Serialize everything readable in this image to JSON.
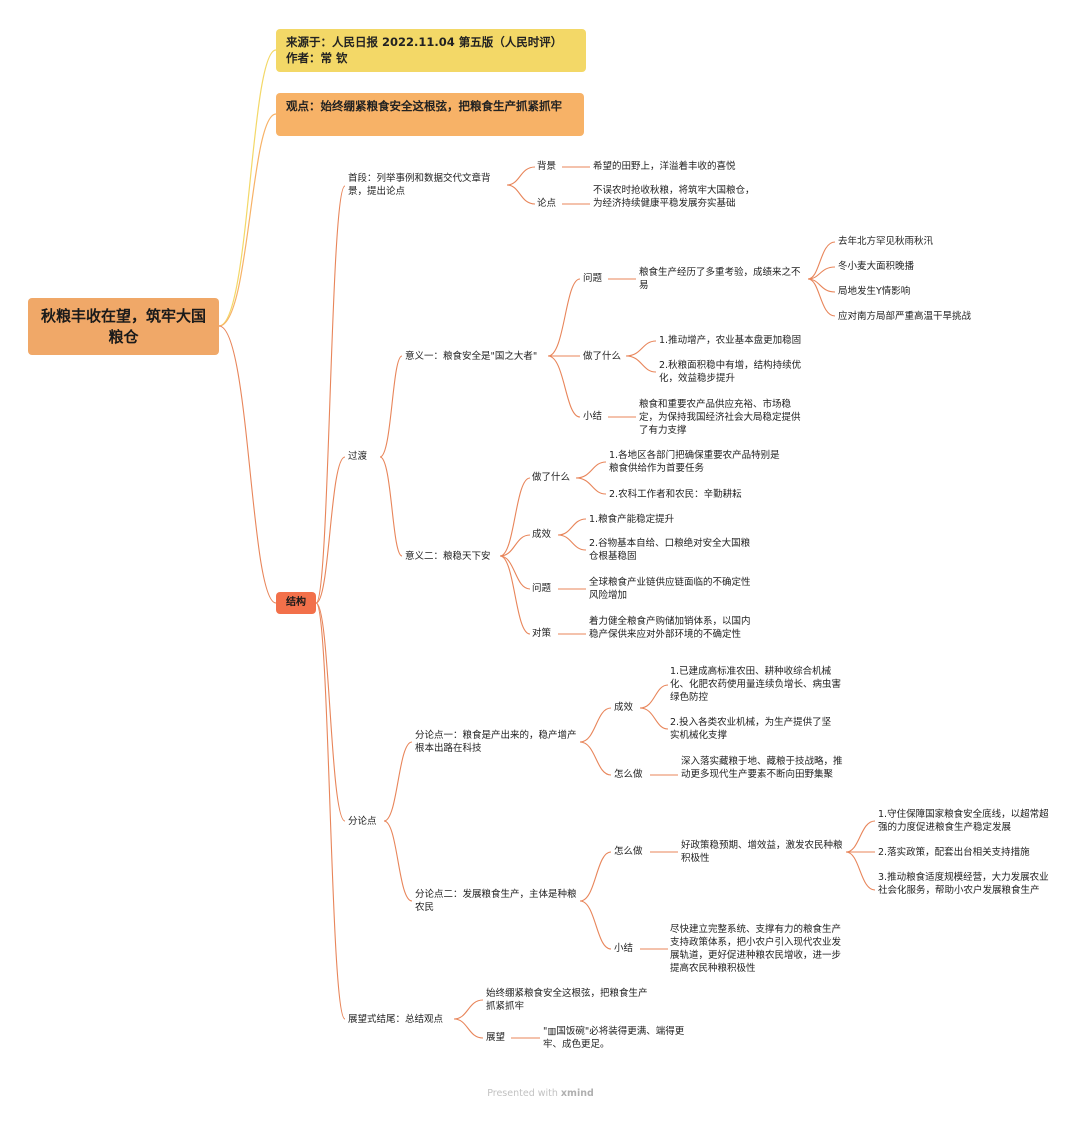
{
  "root": "秋粮丰收在望，筑牢大国粮仓",
  "source": {
    "line1": "来源于：人民日报 2022.11.04 第五版（人民时评）",
    "line2": "作者：常 钦"
  },
  "viewpoint": "观点：始终绷紧粮食安全这根弦，把粮食生产抓紧抓牢",
  "structure_label": "结构",
  "sections": {
    "s1": {
      "title": "首段：列举事例和数据交代文章背景，提出论点",
      "bg_label": "背景",
      "bg_text": "希望的田野上，洋溢着丰收的喜悦",
      "arg_label": "论点",
      "arg_text": "不误农时抢收秋粮，将筑牢大国粮仓，为经济持续健康平稳发展夯实基础"
    },
    "s2": {
      "title": "过渡",
      "m1": {
        "title": "意义一：粮食安全是\"国之大者\"",
        "q_label": "问题",
        "q_text": "粮食生产经历了多重考验，成绩来之不易",
        "q_items": [
          "去年北方罕见秋雨秋汛",
          "冬小麦大面积晚播",
          "局地发生Y情影响",
          "应对南方局部严重高温干旱挑战"
        ],
        "do_label": "做了什么",
        "do_items": [
          "1.推动增产，农业基本盘更加稳固",
          "2.秋粮面积稳中有增，结构持续优化，效益稳步提升"
        ],
        "sum_label": "小结",
        "sum_text": "粮食和重要农产品供应充裕、市场稳定，为保持我国经济社会大局稳定提供了有力支撑"
      },
      "m2": {
        "title": "意义二：粮稳天下安",
        "do_label": "做了什么",
        "do_items": [
          "1.各地区各部门把确保重要农产品特别是粮食供给作为首要任务",
          "2.农科工作者和农民：辛勤耕耘"
        ],
        "eff_label": "成效",
        "eff_items": [
          "1.粮食产能稳定提升",
          "2.谷物基本自给、口粮绝对安全大国粮仓根基稳固"
        ],
        "q_label": "问题",
        "q_text": "全球粮食产业链供应链面临的不确定性风险增加",
        "c_label": "对策",
        "c_text": "着力健全粮食产购储加销体系，以国内稳产保供来应对外部环境的不确定性"
      }
    },
    "s3": {
      "title": "分论点",
      "p1": {
        "title": "分论点一：粮食是产出来的，稳产增产根本出路在科技",
        "eff_label": "成效",
        "eff_items": [
          "1.已建成高标准农田、耕种收综合机械化、化肥农药使用量连续负增长、病虫害绿色防控",
          "2.投入各类农业机械，为生产提供了坚实机械化支撑"
        ],
        "how_label": "怎么做",
        "how_text": "深入落实藏粮于地、藏粮于技战略，推动更多现代生产要素不断向田野集聚"
      },
      "p2": {
        "title": "分论点二：发展粮食生产，主体是种粮农民",
        "how_label": "怎么做",
        "how_text": "好政策稳预期、增效益，激发农民种粮积极性",
        "how_items": [
          "1.守住保障国家粮食安全底线，以超常超强的力度促进粮食生产稳定发展",
          "2.落实政策，配套出台相关支持措施",
          "3.推动粮食适度规模经营，大力发展农业社会化服务，帮助小农户发展粮食生产"
        ],
        "sum_label": "小结",
        "sum_text": "尽快建立完整系统、支撑有力的粮食生产支持政策体系，把小农户引入现代农业发展轨道，更好促进种粮农民增收，进一步提高农民种粮积极性"
      }
    },
    "s4": {
      "title": "展望式结尾：总结观点",
      "text": "始终绷紧粮食安全这根弦，把粮食生产抓紧抓牢",
      "outlook_label": "展望",
      "outlook_text": "\"▥国饭碗\"必将装得更满、端得更牢、成色更足。"
    }
  },
  "footer": {
    "prefix": "Presented with ",
    "brand": "xmind"
  },
  "colors": {
    "root": "#f0a868",
    "source": "#f3d867",
    "viewpoint": "#f7b267",
    "structure": "#f2704a",
    "line": "#e8855a"
  }
}
